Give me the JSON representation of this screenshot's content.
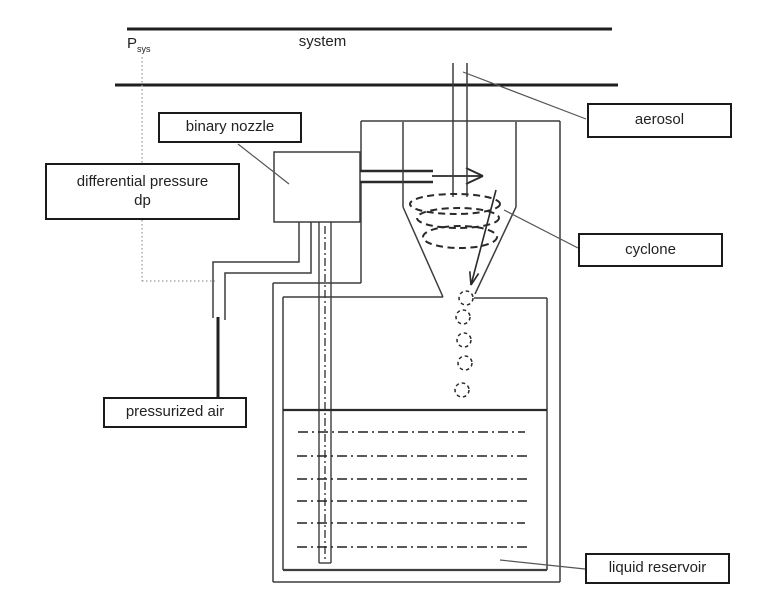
{
  "diagram": {
    "system_label": "system",
    "psys": {
      "base": "P",
      "subscript": "sys"
    },
    "component_labels": {
      "binary_nozzle": "binary nozzle",
      "differential_pressure_line1": "differential pressure",
      "differential_pressure_line2": "dp",
      "aerosol": "aerosol",
      "cyclone": "cyclone",
      "pressurized_air": "pressurized air",
      "liquid_reservoir": "liquid reservoir"
    },
    "colors": {
      "line": "#3d3d3d",
      "thick_line": "#1f1f1f",
      "label_border": "#1a1a1a",
      "dotted_reference": "#999999",
      "text": "#222222",
      "background": "#ffffff"
    }
  }
}
